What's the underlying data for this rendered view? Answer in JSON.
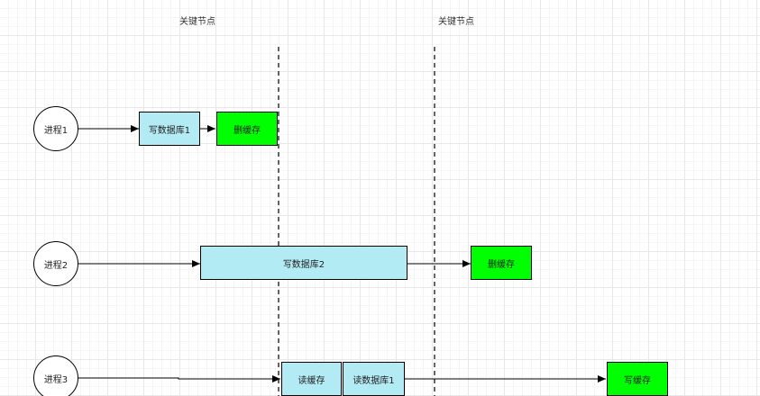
{
  "headers": {
    "key_node_1": "关键节点",
    "key_node_2": "关键节点"
  },
  "processes": {
    "p1": "进程1",
    "p2": "进程2",
    "p3": "进程3"
  },
  "steps": {
    "p1_write_db": "写数据库1",
    "p1_delete_cache": "删缓存",
    "p2_write_db": "写数据库2",
    "p2_delete_cache": "删缓存",
    "p3_read_cache": "读缓存",
    "p3_read_db": "读数据库1",
    "p3_write_cache": "写缓存"
  },
  "colors": {
    "write_db_fill": "#b3ebf5",
    "cache_fill": "#00ff00",
    "grid_line": "#e8e8e8",
    "stroke": "#000000"
  }
}
